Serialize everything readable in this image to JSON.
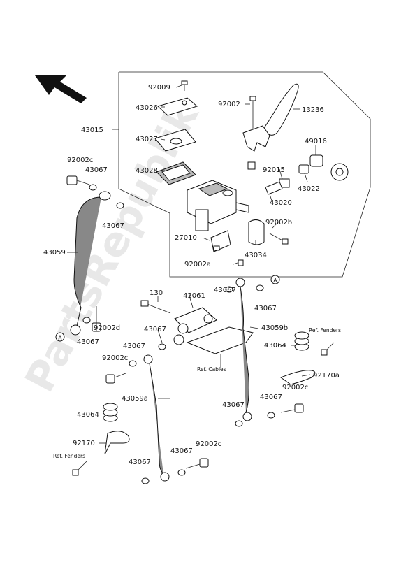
{
  "watermark": "PartsRepublik",
  "labels": {
    "l92009": "92009",
    "l43026": "43026",
    "l43027": "43027",
    "l43028": "43028",
    "l43015": "43015",
    "l92002": "92002",
    "l13236": "13236",
    "l49016": "49016",
    "l92015": "92015",
    "l43022": "43022",
    "l43020": "43020",
    "l92002b": "92002b",
    "l27010": "27010",
    "l43034": "43034",
    "l92002a": "92002a",
    "l92002c_top": "92002c",
    "l43067_a": "43067",
    "l43067_b": "43067",
    "l43059": "43059",
    "l130": "130",
    "l43061": "43061",
    "l43067_c": "43067",
    "l43067_d": "43067",
    "l43059b": "43059b",
    "l92002d": "92002d",
    "l43067_e": "43067",
    "l43067_f": "43067",
    "l43067_g": "43067",
    "l92002c_mid": "92002c",
    "l43059a": "43059a",
    "l43064_right": "43064",
    "l92170a": "92170a",
    "l92002c_right": "92002c",
    "l43067_h": "43067",
    "l43067_i": "43067",
    "l43064_left": "43064",
    "l92170": "92170",
    "l43067_j": "43067",
    "l92002c_bottom": "92002c",
    "l43067_k": "43067",
    "ref_fenders_right": "Ref. Fenders",
    "ref_cables": "Ref. Cables",
    "ref_fenders_left": "Ref. Fenders",
    "marker_a1": "A",
    "marker_a2": "A"
  }
}
